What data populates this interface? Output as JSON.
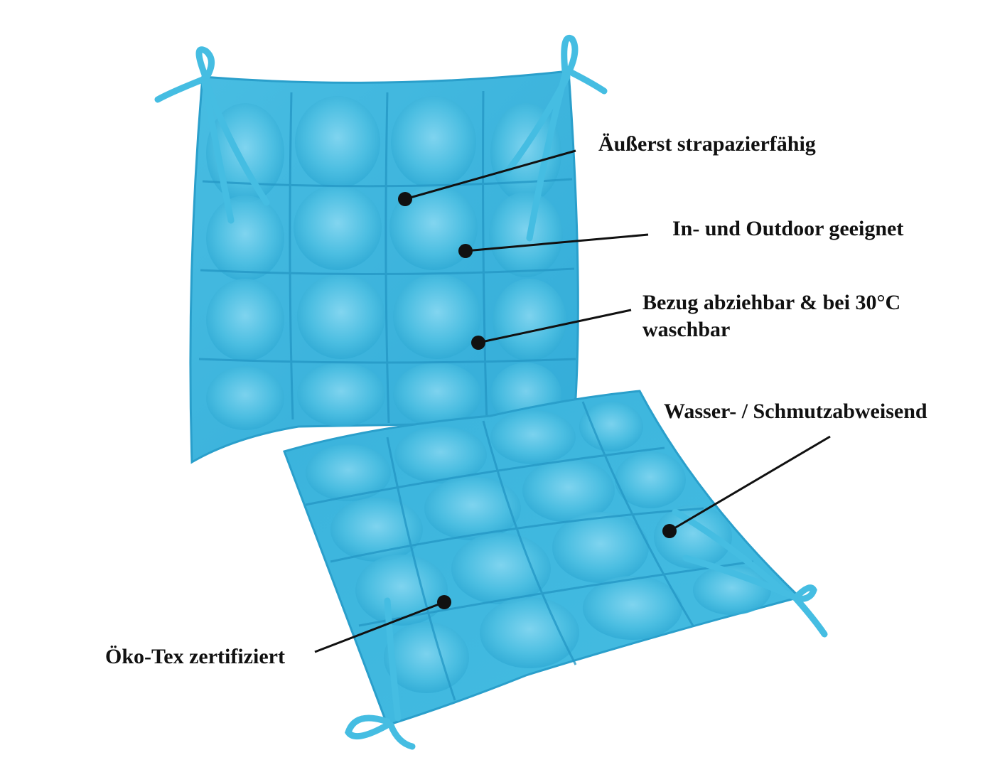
{
  "colors": {
    "cushion": "#3fb8dd",
    "cushion_light": "#7fd4ef",
    "cushion_dark": "#1d94c0",
    "seam": "#2aa2cf",
    "ties": "#45bde2",
    "leader": "#111111",
    "background": "#ffffff"
  },
  "product": {
    "backrest": "light-blue tufted chair cushion (backrest) with corner ties",
    "seat": "light-blue tufted chair cushion (seat) with corner ties"
  },
  "features": [
    {
      "id": "durable",
      "text": "Äußerst strapazierfähig"
    },
    {
      "id": "indoor_outdoor",
      "text": "In- und Outdoor geeignet"
    },
    {
      "id": "washable_line1",
      "text": "Bezug abziehbar & bei 30°C"
    },
    {
      "id": "washable_line2",
      "text": "waschbar"
    },
    {
      "id": "repellent",
      "text": "Wasser- / Schmutzabweisend"
    },
    {
      "id": "oekotex",
      "text": "Öko-Tex zertifiziert"
    }
  ]
}
